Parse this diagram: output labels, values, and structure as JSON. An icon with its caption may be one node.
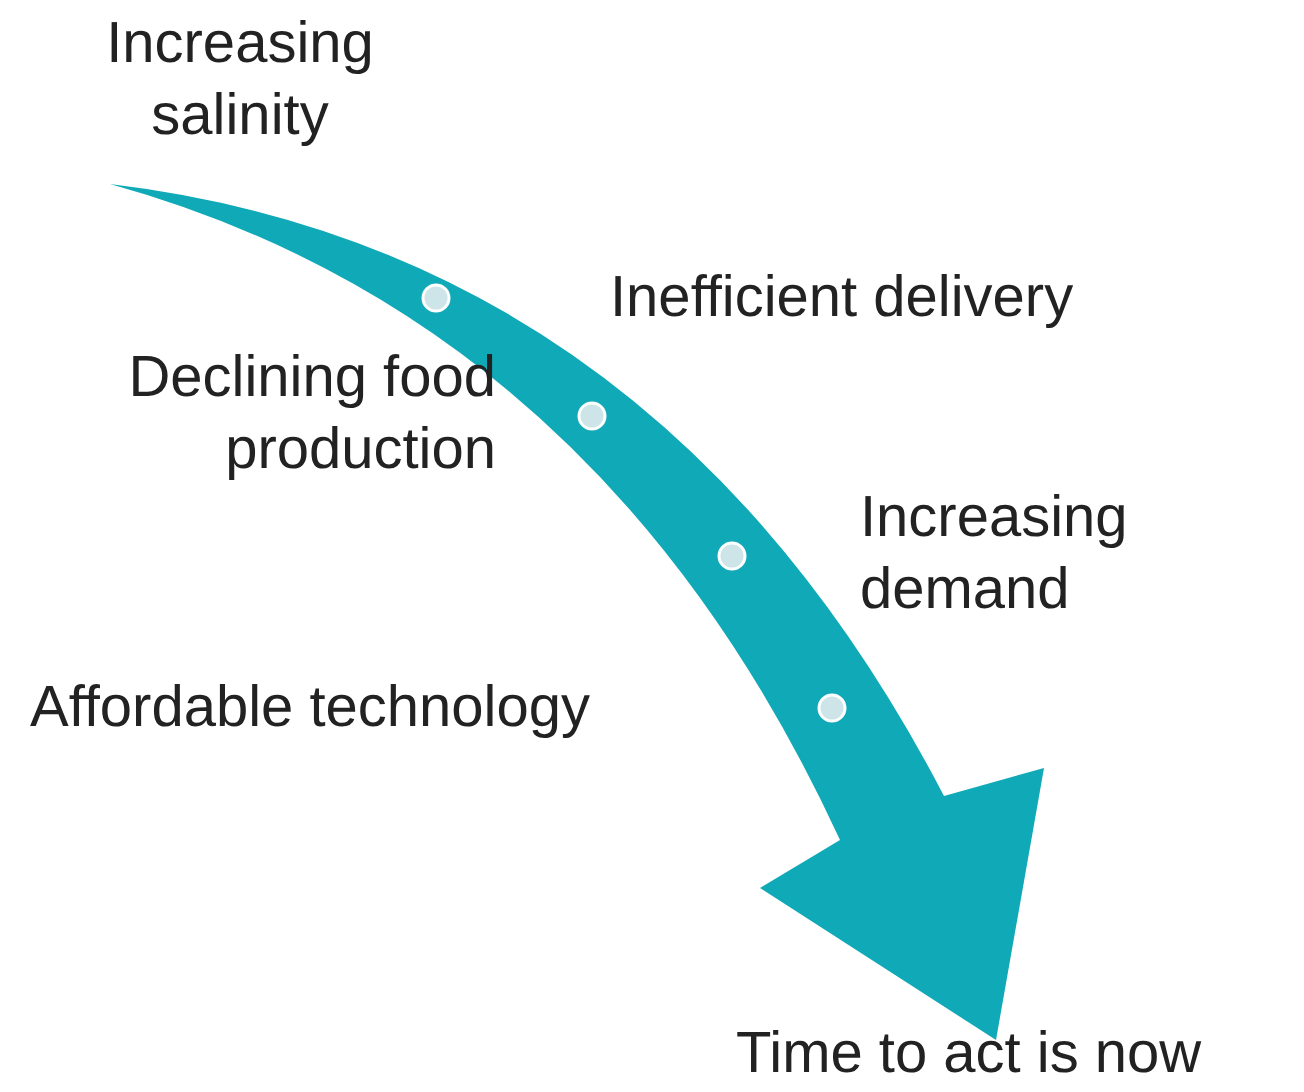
{
  "diagram": {
    "labels": [
      "Increasing salinity",
      "Inefficient delivery",
      "Declining food production",
      "Increasing demand",
      "Affordable technology",
      "Time to act is now"
    ]
  }
}
